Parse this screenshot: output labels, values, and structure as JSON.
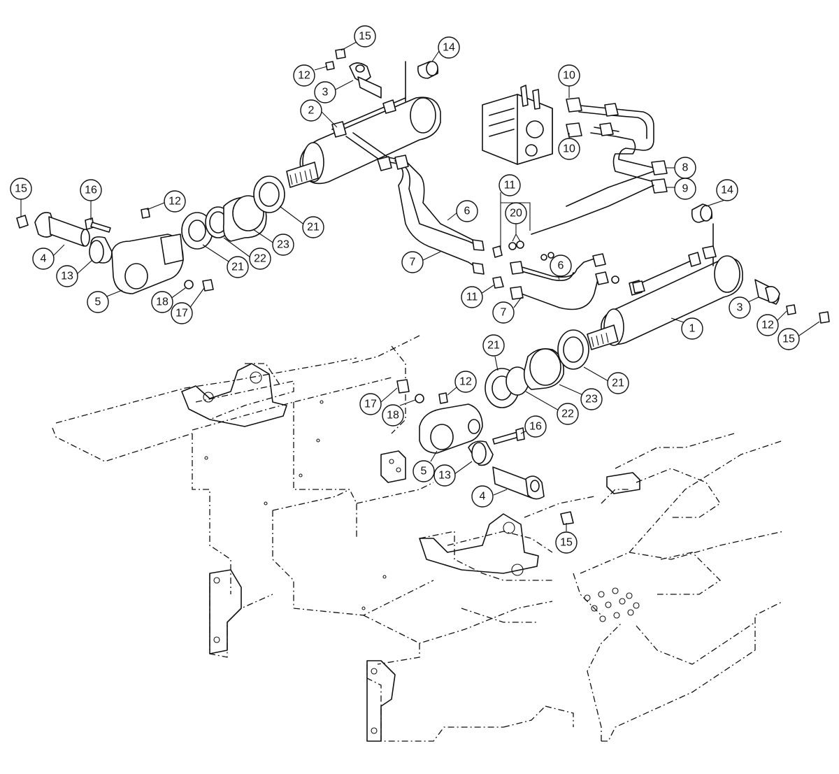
{
  "callouts": [
    {
      "label": "15"
    },
    {
      "label": "14"
    },
    {
      "label": "12"
    },
    {
      "label": "3"
    },
    {
      "label": "2"
    },
    {
      "label": "10"
    },
    {
      "label": "10"
    },
    {
      "label": "8"
    },
    {
      "label": "9"
    },
    {
      "label": "11"
    },
    {
      "label": "20"
    },
    {
      "label": "14"
    },
    {
      "label": "15"
    },
    {
      "label": "16"
    },
    {
      "label": "12"
    },
    {
      "label": "21"
    },
    {
      "label": "6"
    },
    {
      "label": "4"
    },
    {
      "label": "13"
    },
    {
      "label": "21"
    },
    {
      "label": "22"
    },
    {
      "label": "23"
    },
    {
      "label": "7"
    },
    {
      "label": "6"
    },
    {
      "label": "5"
    },
    {
      "label": "18"
    },
    {
      "label": "17"
    },
    {
      "label": "11"
    },
    {
      "label": "7"
    },
    {
      "label": "3"
    },
    {
      "label": "12"
    },
    {
      "label": "1"
    },
    {
      "label": "15"
    },
    {
      "label": "21"
    },
    {
      "label": "21"
    },
    {
      "label": "12"
    },
    {
      "label": "17"
    },
    {
      "label": "18"
    },
    {
      "label": "23"
    },
    {
      "label": "22"
    },
    {
      "label": "16"
    },
    {
      "label": "5"
    },
    {
      "label": "13"
    },
    {
      "label": "4"
    },
    {
      "label": "15"
    }
  ]
}
